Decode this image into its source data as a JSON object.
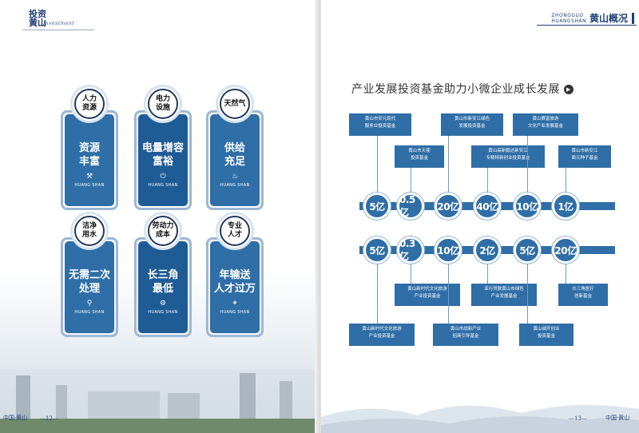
{
  "left": {
    "logo": {
      "line1": "投资",
      "line2": "黄山",
      "en": "Investment"
    },
    "brand": "HUANG SHAN",
    "cards": [
      {
        "badge": "人力\n资源",
        "value": "资源\n丰富",
        "icon": "worker-icon"
      },
      {
        "badge": "电力\n设施",
        "value": "电量增容\n富裕",
        "icon": "power-icon"
      },
      {
        "badge": "天然气",
        "value": "供给\n充足",
        "icon": "flame-icon"
      },
      {
        "badge": "洁净\n用水",
        "value": "无需二次\n处理",
        "icon": "faucet-icon"
      },
      {
        "badge": "劳动力\n成本",
        "value": "长三角\n最低",
        "icon": "labor-icon"
      },
      {
        "badge": "专业\n人才",
        "value": "年输送\n人才过万",
        "icon": "talent-icon"
      }
    ],
    "page_label": "中国·黄山",
    "page_num": "—12—"
  },
  "right": {
    "header_en": "ZHONGGUO\nHUANGSHAN",
    "header_title": "黄山概况",
    "title": "产业发展投资基金助力小微企业成长发展",
    "top_values": [
      "5亿",
      "0.5亿",
      "20亿",
      "40亿",
      "10亿",
      "1亿"
    ],
    "bottom_values": [
      "5亿",
      "0.3亿",
      "10亿",
      "2亿",
      "5亿",
      "20亿"
    ],
    "top_boxes": [
      "黄山市安元现代\n服务业投资基金",
      "黄山市天使\n投资基金",
      "黄山市新安江绿色\n发展投资基金",
      "黄山高新毅达新安江\n专精特新创业投资基金",
      "黄山赛富旅游\n文化产业发展基金",
      "黄山市新安江\n面元种子基金"
    ],
    "bottom_boxes": [
      "黄山新时代文化旅游\n产业投资基金",
      "黄山新时代文化旅游\n产业投资基金",
      "黄山市战新产业\n招商引导基金",
      "亚行贷款黄山市绿色\n产业发展基金",
      "黄山诚开创业\n投资基金",
      "长三角医疗\n创新基金"
    ],
    "page_num": "—13—",
    "page_label": "中国·黄山"
  }
}
